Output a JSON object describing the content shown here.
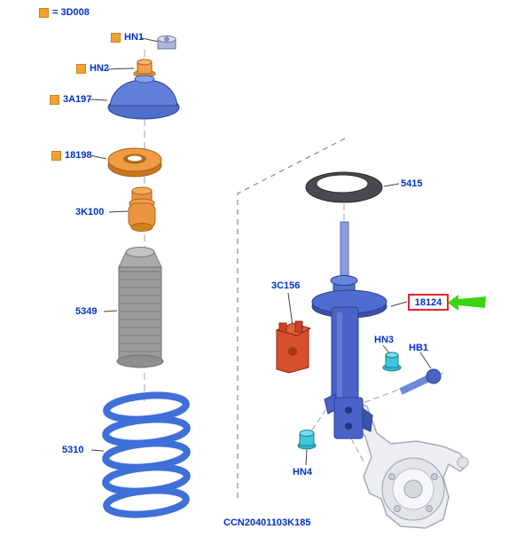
{
  "legend": {
    "label": "= 3D008"
  },
  "footer": {
    "code": "CCN20401103K185"
  },
  "colors": {
    "label_text": "#0032C8",
    "marker_orange": "#F2A233",
    "highlight_box_red": "#E8242C",
    "highlight_arrow_green": "#3BD415",
    "part_blue": "#4A63C8",
    "part_orange": "#E8923A",
    "part_red": "#D84F2C",
    "part_cyan": "#3CC8DC",
    "part_gray": "#9A9A9A"
  },
  "parts": {
    "hn1": {
      "label": "HN1",
      "marker": true,
      "highlighted": false
    },
    "hn2": {
      "label": "HN2",
      "marker": true,
      "highlighted": false
    },
    "p3a197": {
      "label": "3A197",
      "marker": true,
      "highlighted": false
    },
    "p18198": {
      "label": "18198",
      "marker": true,
      "highlighted": false
    },
    "p3k100": {
      "label": "3K100",
      "marker": false,
      "highlighted": false
    },
    "p5349": {
      "label": "5349",
      "marker": false,
      "highlighted": false
    },
    "p5310": {
      "label": "5310",
      "marker": false,
      "highlighted": false
    },
    "p5415": {
      "label": "5415",
      "marker": false,
      "highlighted": false
    },
    "p3c156": {
      "label": "3C156",
      "marker": false,
      "highlighted": false
    },
    "p18124": {
      "label": "18124",
      "marker": false,
      "highlighted": true
    },
    "hn3": {
      "label": "HN3",
      "marker": false,
      "highlighted": false
    },
    "hb1": {
      "label": "HB1",
      "marker": false,
      "highlighted": false
    },
    "hn4": {
      "label": "HN4",
      "marker": false,
      "highlighted": false
    }
  }
}
